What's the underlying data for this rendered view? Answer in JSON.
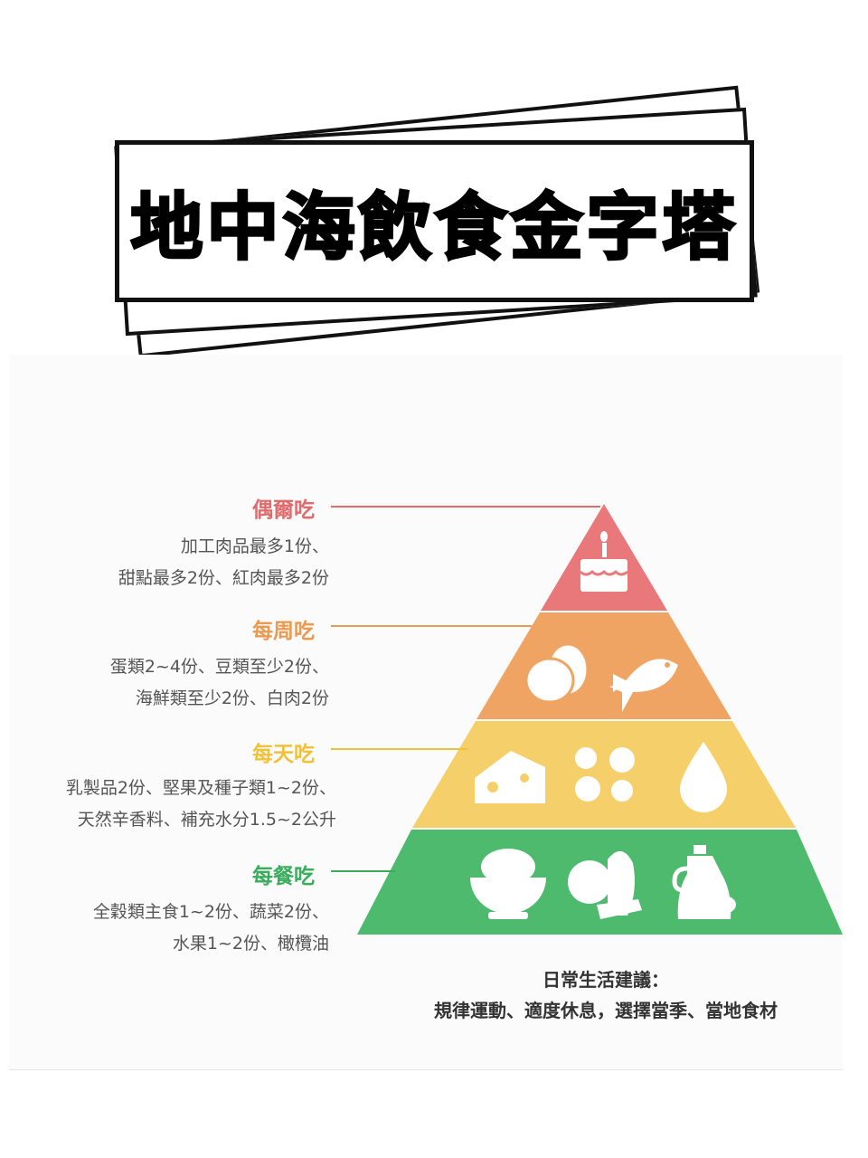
{
  "title": "地中海飲食金字塔",
  "tiers": [
    {
      "label": "偶爾吃",
      "color": "#e06b6d",
      "fill": "#e9787a",
      "lines": [
        "加工肉品最多1份、",
        "甜點最多2份、紅肉最多2份"
      ],
      "icons": [
        "cake-icon"
      ]
    },
    {
      "label": "每周吃",
      "color": "#eb9a52",
      "fill": "#f0a463",
      "lines": [
        "蛋類2~4份、豆類至少2份、",
        "海鮮類至少2份、白肉2份"
      ],
      "icons": [
        "eggs-icon",
        "fish-icon"
      ]
    },
    {
      "label": "每天吃",
      "color": "#efc23a",
      "fill": "#f5d06a",
      "lines": [
        "乳製品2份、堅果及種子類1~2份、",
        "天然辛香料、補充水分1.5~2公升"
      ],
      "icons": [
        "cheese-icon",
        "nuts-icon",
        "water-drop-icon"
      ]
    },
    {
      "label": "每餐吃",
      "color": "#3aad5c",
      "fill": "#4dba6e",
      "lines": [
        "全穀類主食1~2份、蔬菜2份、",
        "水果1~2份、橄欖油"
      ],
      "icons": [
        "rice-bowl-icon",
        "fruit-vegetable-icon",
        "olive-oil-icon"
      ]
    }
  ],
  "advice": {
    "heading": "日常生活建議：",
    "text": "規律運動、適度休息，選擇當季、當地食材"
  }
}
